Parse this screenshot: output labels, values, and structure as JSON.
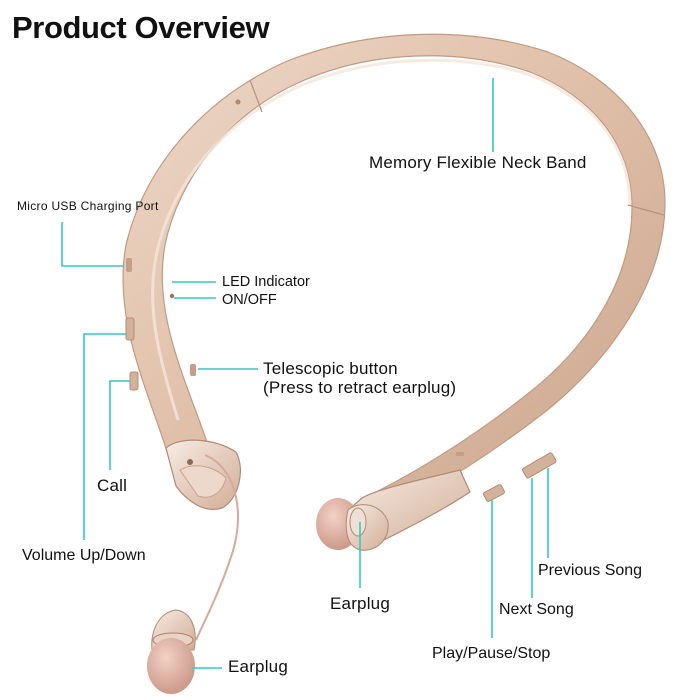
{
  "title": "Product Overview",
  "labels": {
    "neck_band": "Memory Flexible Neck Band",
    "usb_port": "Micro USB Charging Port",
    "led": "LED Indicator",
    "on_off": "ON/OFF",
    "telescopic_line1": "Telescopic button",
    "telescopic_line2": "(Press to retract earplug)",
    "call": "Call",
    "volume": "Volume Up/Down",
    "earplug_right": "Earplug",
    "earplug_left": "Earplug",
    "previous_song": "Previous Song",
    "next_song": "Next Song",
    "play_pause": "Play/Pause/Stop"
  },
  "colors": {
    "band": "#e2c3ad",
    "band_shadow": "#c9a48c",
    "leader_line": "#37c8c0",
    "text": "#111111"
  }
}
